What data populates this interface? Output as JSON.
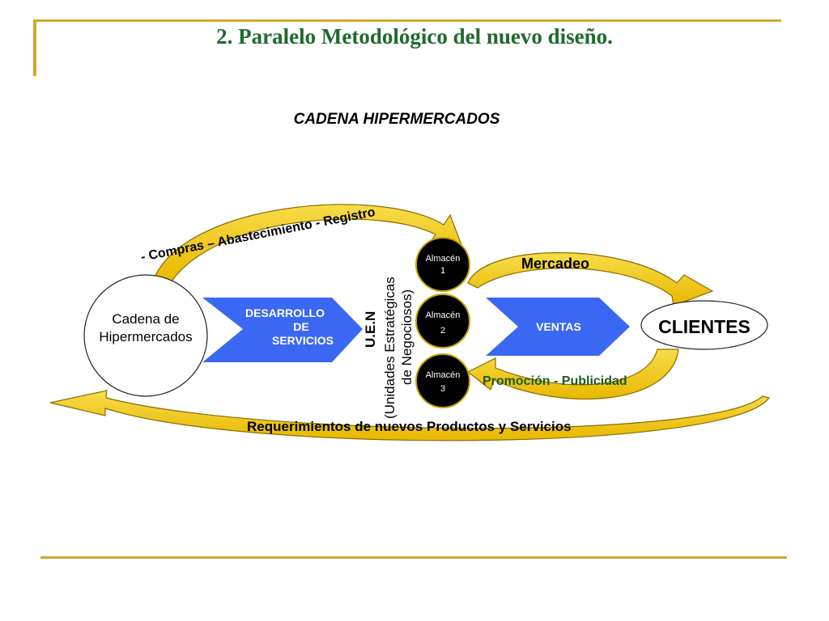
{
  "title": "2.  Paralelo Metodológico del nuevo diseño.",
  "diagram": {
    "heading": "CADENA HIPERMERCADOS",
    "source": {
      "line1": "Cadena de",
      "line2": "Hipermercados"
    },
    "process_arrow_1": {
      "line1": "DESARROLLO",
      "line2": "DE",
      "line3": "SERVICIOS"
    },
    "process_arrow_2": {
      "label": "VENTAS"
    },
    "uen": {
      "line1": "U.E.N",
      "line2": "(Unidades Estratégicas",
      "line3": "de Negociosos)"
    },
    "warehouses": [
      {
        "line1": "Almacén",
        "line2": "1"
      },
      {
        "line1": "Almacén",
        "line2": "2"
      },
      {
        "line1": "Almacén",
        "line2": "3"
      }
    ],
    "clients": "CLIENTES",
    "flows": {
      "top": "- Compras – Abastecimiento - Registro",
      "marketing": "Mercadeo",
      "promotion": "Promoción - Publicidad",
      "bottom": "Requerimientos de nuevos Productos y Servicios"
    }
  },
  "colors": {
    "title": "#1e6b2c",
    "frame": "#d4a72c",
    "arrow_blue": "#3b68f2",
    "curve_gold": "#f2cc1c",
    "warehouse": "#000000"
  }
}
